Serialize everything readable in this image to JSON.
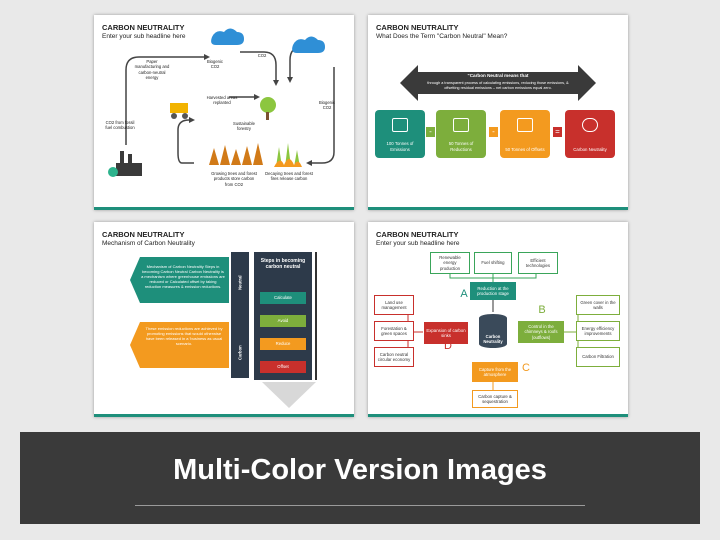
{
  "slide1": {
    "title": "CARBON NEUTRALITY",
    "subtitle": "Enter your sub headline here",
    "labels": {
      "paper": "Paper manufacturing and carbon-neutral energy",
      "biogenic1": "Biogenic CO2",
      "co2": "CO2",
      "harvested": "Harvested areas replanted",
      "sustainable": "Sustainable forestry",
      "biogenic2": "Biogenic CO2",
      "fossil": "CO2 from fossil fuel combustion",
      "growing": "Growing trees and forest products store carbon from CO2",
      "decaying": "Decaying trees and forest fires release carbon"
    }
  },
  "slide2": {
    "title": "CARBON NEUTRALITY",
    "subtitle": "What Does the Term \"Carbon Neutral\" Mean?",
    "definition_title": "\"Carbon Neutral means that",
    "definition_body": "through a transparent process of calculating emissions, reducing those emissions, & offsetting residual emissions – net carbon emissions equal zero.",
    "minus1": "-",
    "minus2": "-",
    "equals": "=",
    "boxes": [
      {
        "label": "100 Tonnes of Emissions",
        "color": "#1e8f7b"
      },
      {
        "label": "50 Tonnes of Reductions",
        "color": "#7dae3c"
      },
      {
        "label": "50 Tonnes of Offsets",
        "color": "#f39a1f"
      },
      {
        "label": "Carbon Neutrality",
        "color": "#c8302c"
      }
    ]
  },
  "slide3": {
    "title": "CARBON NEUTRALITY",
    "subtitle": "Mechanism of Carbon Neutrality",
    "green_text": "Mechanism of Carbon Neutrality Steps in becoming Carbon Neutral Carbon Neutrality is a mechanism where greenhouse emissions are reduced or Calculated offset by taking reduction measures & emission reductions.",
    "orange_text": "These emission reductions are achieved by promoting emissions that would otherwise have been released in a 'business as usual scenario.",
    "neutral": "Neutral",
    "carbon": "Carbon",
    "steps_title": "Steps in becoming carbon neutral",
    "steps": [
      {
        "label": "Calculate",
        "color": "#1e8f7b"
      },
      {
        "label": "Avoid",
        "color": "#7dae3c"
      },
      {
        "label": "Reduce",
        "color": "#f39a1f"
      },
      {
        "label": "Offset",
        "color": "#c8302c"
      }
    ]
  },
  "slide4": {
    "title": "CARBON NEUTRALITY",
    "subtitle": "Enter your sub headline here",
    "top_boxes": [
      "Renewable energy production",
      "Fuel shifting",
      "Efficient technologies"
    ],
    "reduction": "Reduction at the production stage",
    "letter_a": "A",
    "left_boxes": [
      "Land use management",
      "Forestation & green spaces",
      "Carbon neutral circular economy"
    ],
    "expansion": "Expansion of carbon sinks",
    "letter_d": "D",
    "center": "Carbon Neutrality",
    "control": "Control in the chimneys & roofs (outflows)",
    "letter_b": "B",
    "right_boxes": [
      "Green cover in the walls",
      "Energy efficiency improvements",
      "Carbon Filtration"
    ],
    "capture": "Capture from the atmosphere",
    "letter_c": "C",
    "capture_sub": "Carbon capture & sequestration"
  },
  "banner": {
    "title": "Multi-Color Version Images"
  }
}
